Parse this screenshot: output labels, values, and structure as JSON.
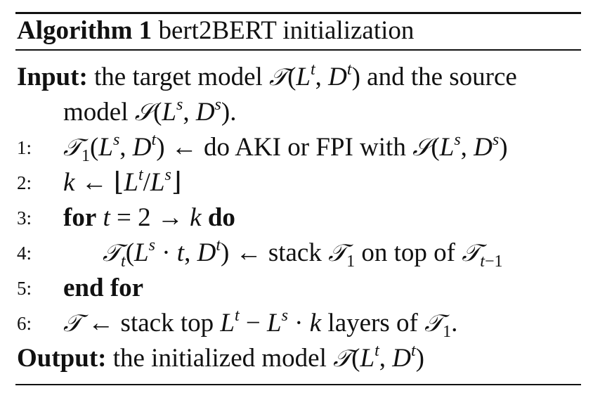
{
  "algorithm": {
    "label": "Algorithm 1",
    "name": "bert2BERT initialization"
  },
  "input": {
    "label": "Input:",
    "text_a": "the target model",
    "text_b": "and the source",
    "text_c": "model"
  },
  "steps": [
    {
      "num": "1:",
      "text": "do AKI or FPI with"
    },
    {
      "num": "2:"
    },
    {
      "num": "3:",
      "kw_for": "for",
      "kw_do": "do"
    },
    {
      "num": "4:",
      "text_a": "stack",
      "text_b": "on top of"
    },
    {
      "num": "5:",
      "kw": "end for"
    },
    {
      "num": "6:",
      "text_a": "stack top",
      "text_b": "layers of"
    }
  ],
  "output": {
    "label": "Output:",
    "text": "the initialized model"
  },
  "symbols": {
    "target": "𝒯",
    "source": "𝒮",
    "arrow_left": "←",
    "arrow_right": "→"
  }
}
